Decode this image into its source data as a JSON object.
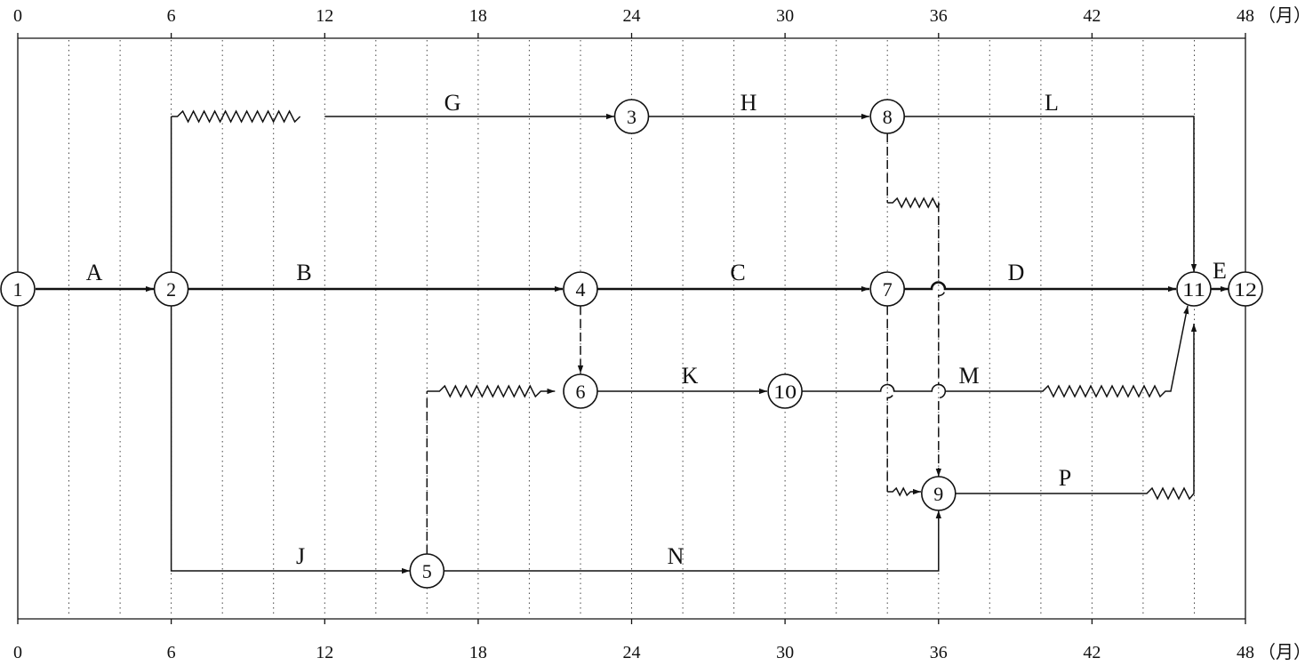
{
  "axis": {
    "top_ticks": [
      "0",
      "6",
      "12",
      "18",
      "24",
      "30",
      "36",
      "42",
      "48"
    ],
    "bottom_ticks": [
      "0",
      "6",
      "12",
      "18",
      "24",
      "30",
      "36",
      "42",
      "48"
    ],
    "unit": "（月）"
  },
  "nodes": [
    {
      "id": "1",
      "label": "1"
    },
    {
      "id": "2",
      "label": "2"
    },
    {
      "id": "3",
      "label": "3"
    },
    {
      "id": "4",
      "label": "4"
    },
    {
      "id": "5",
      "label": "5"
    },
    {
      "id": "6",
      "label": "6"
    },
    {
      "id": "7",
      "label": "7"
    },
    {
      "id": "8",
      "label": "8"
    },
    {
      "id": "9",
      "label": "9"
    },
    {
      "id": "10",
      "label": "10"
    },
    {
      "id": "11",
      "label": "11"
    },
    {
      "id": "12",
      "label": "12"
    }
  ],
  "activities": [
    {
      "id": "A",
      "label": "A"
    },
    {
      "id": "B",
      "label": "B"
    },
    {
      "id": "C",
      "label": "C"
    },
    {
      "id": "D",
      "label": "D"
    },
    {
      "id": "E",
      "label": "E"
    },
    {
      "id": "G",
      "label": "G"
    },
    {
      "id": "H",
      "label": "H"
    },
    {
      "id": "L",
      "label": "L"
    },
    {
      "id": "J",
      "label": "J"
    },
    {
      "id": "N",
      "label": "N"
    },
    {
      "id": "K",
      "label": "K"
    },
    {
      "id": "M",
      "label": "M"
    },
    {
      "id": "P",
      "label": "P"
    }
  ]
}
